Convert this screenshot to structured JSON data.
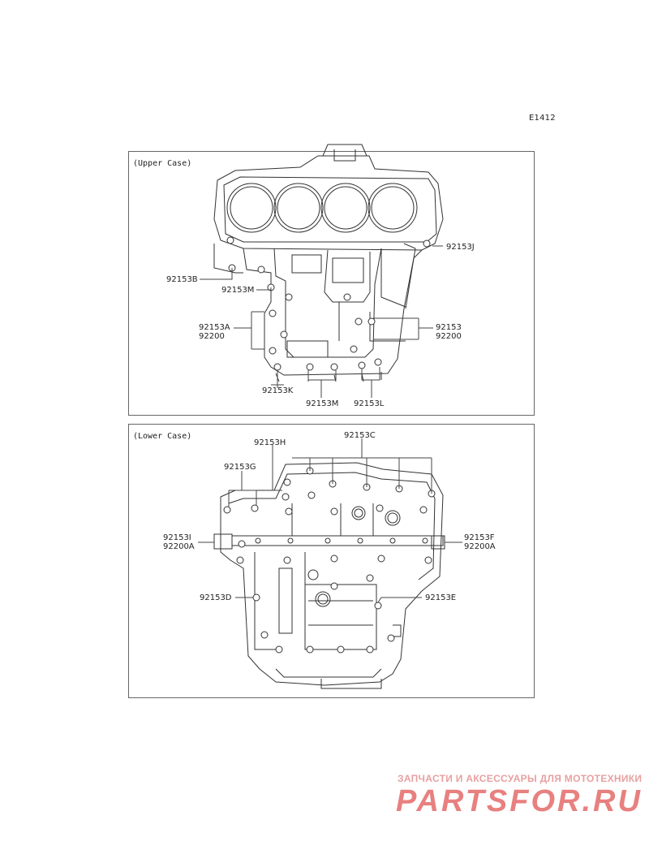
{
  "diagram_code": "E1412",
  "upper": {
    "title": "(Upper Case)",
    "labels": {
      "j": "92153J",
      "b": "92153B",
      "m1": "92153M",
      "a1": "92153A",
      "a2": "92200",
      "r1": "92153",
      "r2": "92200",
      "k": "92153K",
      "m2": "92153M",
      "l": "92153L"
    }
  },
  "lower": {
    "title": "(Lower Case)",
    "labels": {
      "h": "92153H",
      "c": "92153C",
      "g": "92153G",
      "i1": "92153I",
      "i2": "92200A",
      "f1": "92153F",
      "f2": "92200A",
      "d": "92153D",
      "e": "92153E"
    }
  },
  "watermark": {
    "subtitle": "ЗАПЧАСТИ И АКСЕССУАРЫ ДЛЯ МОТОТЕХНИКИ",
    "brand": "PARTSFOR.RU"
  }
}
